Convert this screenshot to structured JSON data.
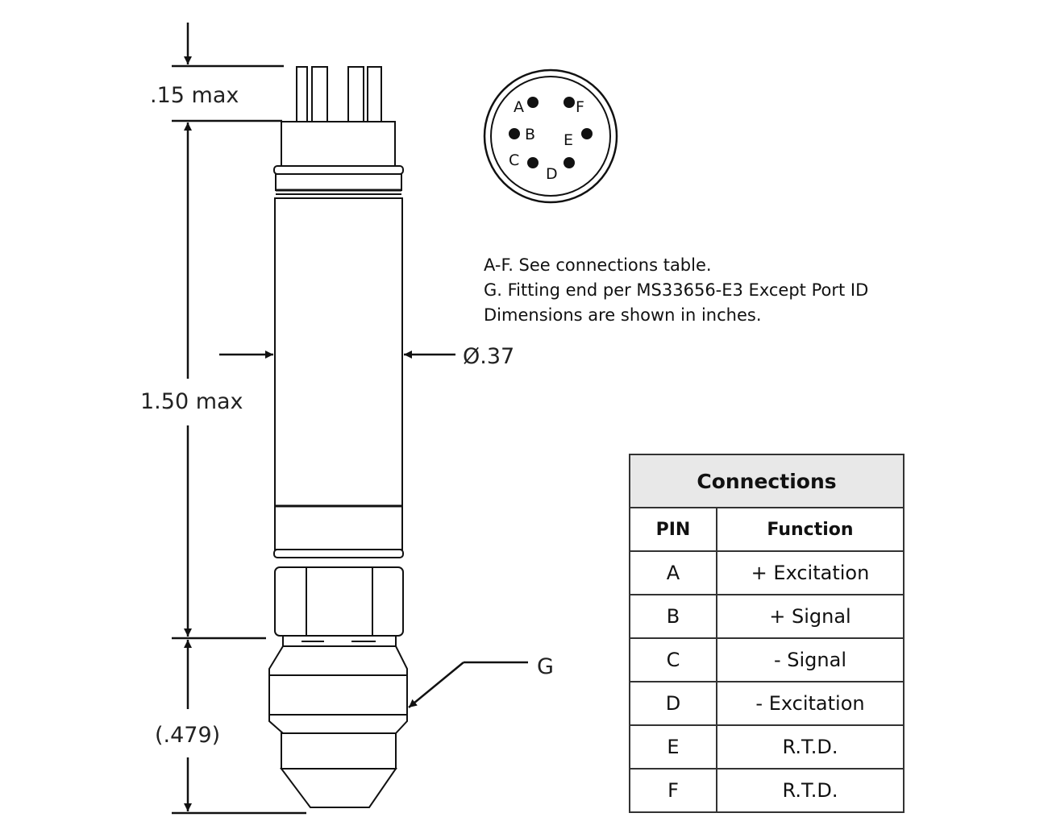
{
  "dimensions": {
    "top_max": ".15 max",
    "body_max": "1.50 max",
    "fitting_len": "(.479)",
    "diameter": "Ø.37",
    "fitting_label": "G"
  },
  "connector_pins": [
    "A",
    "B",
    "C",
    "D",
    "E",
    "F"
  ],
  "notes": [
    "A-F. See connections table.",
    "G. Fitting end per MS33656-E3 Except Port ID",
    "Dimensions are shown in inches."
  ],
  "connections": {
    "title": "Connections",
    "headers": [
      "PIN",
      "Function"
    ],
    "rows": [
      {
        "pin": "A",
        "function": "+ Excitation"
      },
      {
        "pin": "B",
        "function": "+ Signal"
      },
      {
        "pin": "C",
        "function": "- Signal"
      },
      {
        "pin": "D",
        "function": "- Excitation"
      },
      {
        "pin": "E",
        "function": "R.T.D."
      },
      {
        "pin": "F",
        "function": "R.T.D."
      }
    ]
  }
}
